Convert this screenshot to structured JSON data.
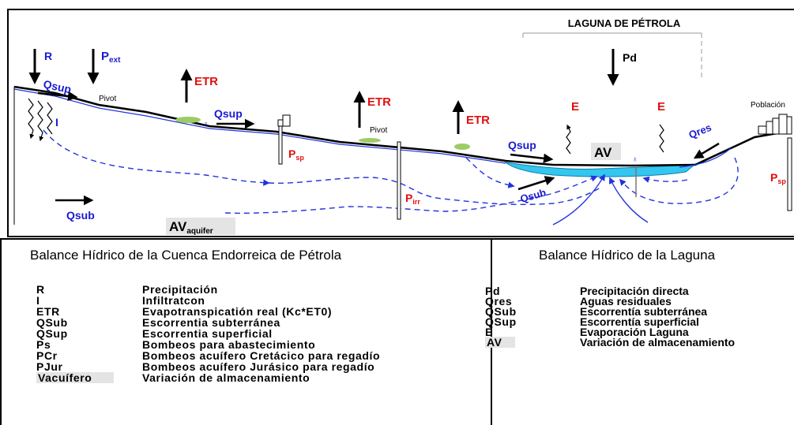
{
  "diagram": {
    "header": "LAGUNA DE PÉTROLA",
    "labels": {
      "R": "R",
      "Pext": "P",
      "Pext_sub": "ext",
      "Qsup_left": "Qsup",
      "pivot_left": "Pivot",
      "I": "I",
      "ETR_1": "ETR",
      "Qsup_mid": "Qsup",
      "Psp_mid": "P",
      "Psp_mid_sub": "sp",
      "ETR_2": "ETR",
      "pivot_mid": "Pivot",
      "Pirr": "P",
      "Pirr_sub": "irr",
      "ETR_3": "ETR",
      "Qsup_right": "Qsup",
      "Pd": "Pd",
      "E_1": "E",
      "E_2": "E",
      "AV": "AV",
      "Qres": "Qres",
      "poblacion": "Población",
      "Psp_right": "P",
      "Psp_right_sub": "sp",
      "Qsub_left": "Qsub",
      "Qsub_right": "Qsub",
      "AV_aquifer": "AV",
      "AV_aquifer_sub": "aquifer"
    },
    "colors": {
      "blue_label": "#1a1ad0",
      "red_label": "#e01010",
      "lake": "#33c6ee",
      "flow": "#2233dd"
    }
  },
  "legend_left": {
    "title": "Balance Hídrico de la Cuenca Endorreica de Pétrola",
    "rows": [
      {
        "sym": "R",
        "desc": "Precipitación"
      },
      {
        "sym": "I",
        "desc": "Infiltratcon"
      },
      {
        "sym": "ETR",
        "desc": "Evapotranspicatión real (Kc*ET0)"
      },
      {
        "sym": "QSub",
        "desc": "Escorrentia subterránea"
      },
      {
        "sym": "QSup",
        "desc": "Escorrentia superficial"
      },
      {
        "sym": "Ps",
        "desc": "Bombeos para abastecimiento"
      },
      {
        "sym": "PCr",
        "desc": "Bombeos acuífero Cretácico para regadío"
      },
      {
        "sym": "PJur",
        "desc": "Bombeos acuífero Jurásico para regadío"
      },
      {
        "sym": "Vacuífero",
        "desc": "Variación de almacenamiento"
      }
    ]
  },
  "legend_right": {
    "title": "Balance Hídrico de la Laguna",
    "rows": [
      {
        "sym": "Pd",
        "desc": "Precipitación directa"
      },
      {
        "sym": "Qres",
        "desc": "Aguas residuales"
      },
      {
        "sym": "QSub",
        "desc": "Escorrentía subterránea"
      },
      {
        "sym": "QSup",
        "desc": "Escorrentía superficial"
      },
      {
        "sym": "E",
        "desc": "Evaporación Laguna"
      },
      {
        "sym": "AV",
        "desc": "Variación de almacenamiento"
      }
    ]
  }
}
